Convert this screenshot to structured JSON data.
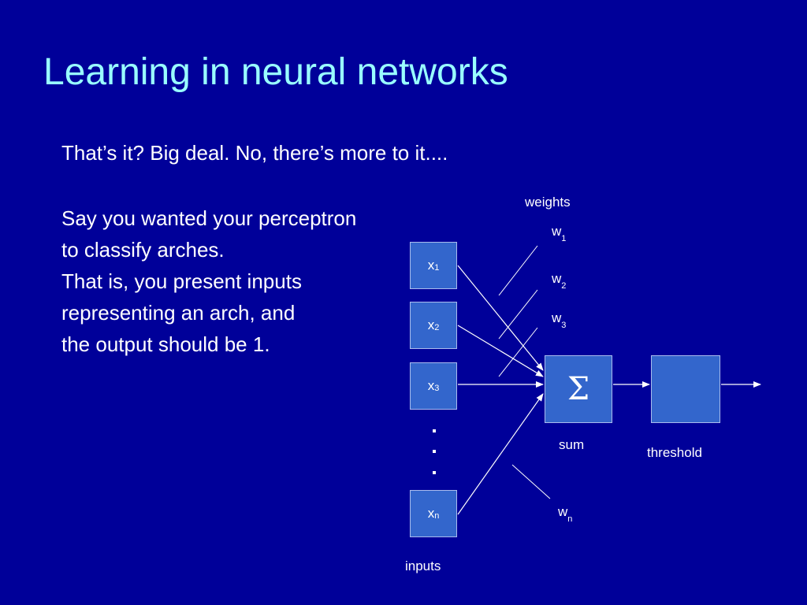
{
  "slide": {
    "title": "Learning in neural networks",
    "line1": "That’s it?  Big deal.  No, there’s more to it....",
    "para2": [
      "Say you wanted your perceptron",
      "to classify arches.",
      "That is, you present inputs",
      "representing an arch, and",
      "the output should be 1."
    ]
  },
  "diagram": {
    "inputs": [
      {
        "var": "x",
        "sub": "1"
      },
      {
        "var": "x",
        "sub": "2"
      },
      {
        "var": "x",
        "sub": "3"
      },
      {
        "var": "x",
        "sub": "n"
      }
    ],
    "weights": [
      {
        "var": "w",
        "sub": "1"
      },
      {
        "var": "w",
        "sub": "2"
      },
      {
        "var": "w",
        "sub": "3"
      },
      {
        "var": "w",
        "sub": "n"
      }
    ],
    "labels": {
      "weights": "weights",
      "inputs": "inputs",
      "sum": "sum",
      "threshold": "threshold",
      "sum_symbol": "Σ"
    }
  }
}
